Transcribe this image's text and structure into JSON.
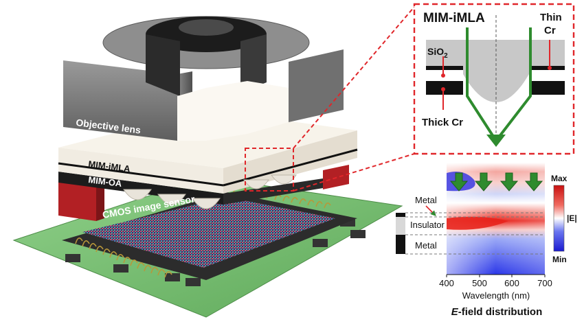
{
  "device": {
    "objective_lens_label": "Objective lens",
    "mim_imla_label": "MIM-iMLA",
    "mim_oa_label": "MIM-OA",
    "cmos_label": "CMOS image sensor"
  },
  "inset": {
    "title": "MIM-iMLA",
    "thin_cr_line1": "Thin",
    "thin_cr_line2": "Cr",
    "sio2_main": "SiO",
    "sio2_sub": "2",
    "thick_cr_label": "Thick Cr"
  },
  "efield_plot": {
    "max_label": "Max",
    "min_label": "Min",
    "colorbar_label": "|E|",
    "layer_metal_top": "Metal",
    "layer_insulator": "Insulator",
    "layer_metal_bottom": "Metal",
    "xtick_labels": [
      "400",
      "500",
      "600",
      "700"
    ],
    "xlabel": "Wavelength  (nm)",
    "caption_italic": "E",
    "caption_rest": "-field distribution"
  },
  "colors": {
    "dashed_red": "#e0262a",
    "arrow_green": "#2e8b2e",
    "colormap_high": "#e8241c",
    "colormap_low": "#2a2ae0"
  }
}
